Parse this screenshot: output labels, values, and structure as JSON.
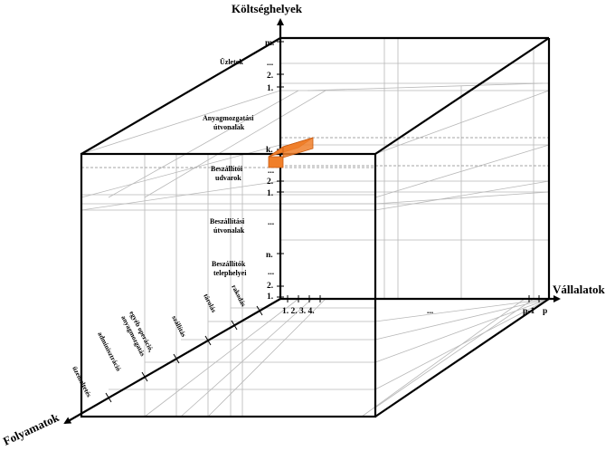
{
  "axes": {
    "vertical": "Költséghelyek",
    "horizontal": "Vállalatok",
    "depth": "Folyamatok"
  },
  "vertical_ticks": {
    "top_group": [
      "m.",
      "...",
      "2.",
      "1."
    ],
    "middle_group": [
      "k.",
      "...",
      "2.",
      "1."
    ],
    "dots_mid": "...",
    "bottom_group": [
      "n.",
      "...",
      "2.",
      "1."
    ]
  },
  "vertical_sections": {
    "uzletek": "Üzletek",
    "anyagmozgatasi_1": "Anyagmozgatási",
    "anyagmozgatasi_2": "útvonalak",
    "beszallitoi_1": "Beszállítói",
    "beszallitoi_2": "udvarok",
    "beszallitasi_1": "Beszállítási",
    "beszallitasi_2": "útvonalak",
    "beszallitok_1": "Beszállítók",
    "beszallitok_2": "telephelyei"
  },
  "horizontal_ticks": {
    "first": "1. 2. 3. 4.",
    "dots": "...",
    "p_minus_1": "p-1",
    "p": "p"
  },
  "processes": {
    "uzemeltetes": "üzemeltetés",
    "adminisztracio": "adminisztráció",
    "egyeb_1": "egyéb operáció,",
    "egyeb_2": "anyagmozgatás",
    "szallitas": "szállítás",
    "tarolas": "tárolás",
    "rakodas": "rakodás"
  },
  "colors": {
    "highlight": "#f07f2a",
    "highlight_stroke": "#c85a10",
    "edges": "#000000",
    "grid": "#b8b8b8"
  }
}
